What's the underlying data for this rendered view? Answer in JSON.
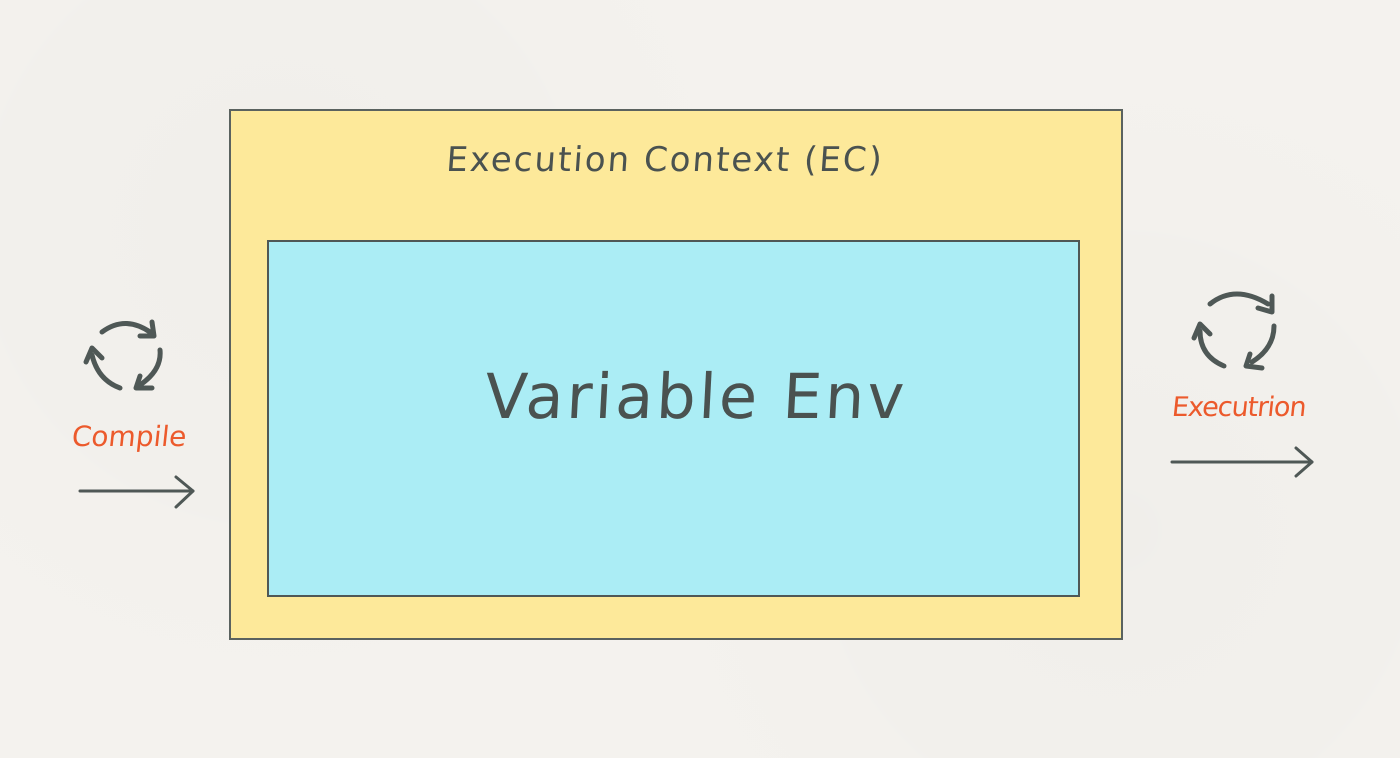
{
  "diagram": {
    "outer_box": {
      "label": "Execution Context (EC)",
      "fill": "#fde99a"
    },
    "inner_box": {
      "label": "Variable Env",
      "fill": "#abedf5"
    },
    "left_stage": {
      "label": "Compile",
      "icon": "cycle-arrows-icon",
      "arrow": "right-arrow-icon"
    },
    "right_stage": {
      "label": "Executrion",
      "icon": "cycle-arrows-icon",
      "arrow": "right-arrow-icon"
    },
    "colors": {
      "background": "#f4f2ee",
      "stroke": "#4f5856",
      "accent_label": "#ec5a2c"
    }
  }
}
